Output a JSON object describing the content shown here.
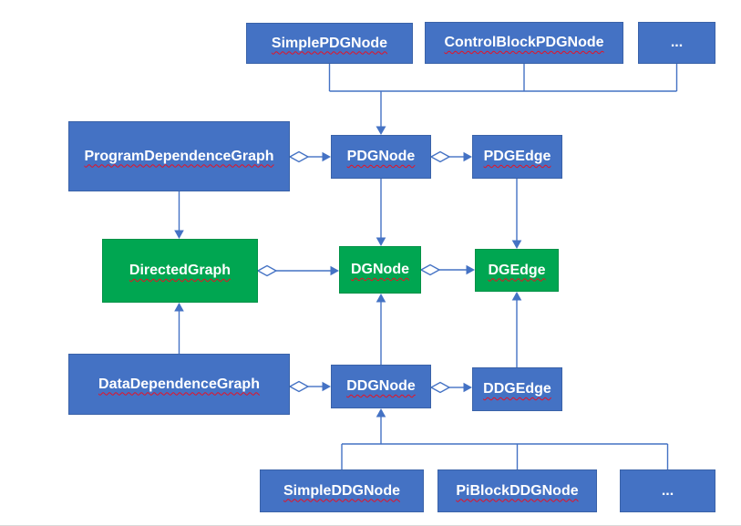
{
  "diagram": {
    "title": "PDG and DDG class hierarchy diagram",
    "colors": {
      "box_blue": "#4472C4",
      "box_blue_border": "#3A62A8",
      "box_green": "#00A651",
      "box_green_border": "#009146",
      "connector": "#4472C4",
      "label_text": "#FFFFFF",
      "spellcheck_underline": "#E81123"
    },
    "nodes": {
      "simple_pdg_node": {
        "label": "SimplePDGNode",
        "color": "blue"
      },
      "control_block_pdg_node": {
        "label": "ControlBlockPDGNode",
        "color": "blue"
      },
      "pdg_ellipsis": {
        "label": "...",
        "color": "blue"
      },
      "program_dependence_graph": {
        "label": "ProgramDependenceGraph",
        "color": "blue"
      },
      "pdg_node": {
        "label": "PDGNode",
        "color": "blue"
      },
      "pdg_edge": {
        "label": "PDGEdge",
        "color": "blue"
      },
      "directed_graph": {
        "label": "DirectedGraph",
        "color": "green"
      },
      "dg_node": {
        "label": "DGNode",
        "color": "green"
      },
      "dg_edge": {
        "label": "DGEdge",
        "color": "green"
      },
      "data_dependence_graph": {
        "label": "DataDependenceGraph",
        "color": "blue"
      },
      "ddg_node": {
        "label": "DDGNode",
        "color": "blue"
      },
      "ddg_edge": {
        "label": "DDGEdge",
        "color": "blue"
      },
      "simple_ddg_node": {
        "label": "SimpleDDGNode",
        "color": "blue"
      },
      "pi_block_ddg_node": {
        "label": "PiBlockDDGNode",
        "color": "blue"
      },
      "ddg_ellipsis": {
        "label": "...",
        "color": "blue"
      }
    },
    "edges": [
      {
        "kind": "generalization",
        "from": [
          "SimplePDGNode",
          "ControlBlockPDGNode",
          "..."
        ],
        "to": "PDGNode"
      },
      {
        "kind": "aggregation",
        "from": "ProgramDependenceGraph",
        "to": "PDGNode"
      },
      {
        "kind": "aggregation",
        "from": "PDGNode",
        "to": "PDGEdge"
      },
      {
        "kind": "generalization",
        "from": "ProgramDependenceGraph",
        "to": "DirectedGraph"
      },
      {
        "kind": "generalization",
        "from": "PDGNode",
        "to": "DGNode"
      },
      {
        "kind": "generalization",
        "from": "PDGEdge",
        "to": "DGEdge"
      },
      {
        "kind": "aggregation",
        "from": "DirectedGraph",
        "to": "DGNode"
      },
      {
        "kind": "aggregation",
        "from": "DGNode",
        "to": "DGEdge"
      },
      {
        "kind": "aggregation",
        "from": "DataDependenceGraph",
        "to": "DDGNode"
      },
      {
        "kind": "aggregation",
        "from": "DDGNode",
        "to": "DDGEdge"
      },
      {
        "kind": "generalization",
        "from": "DataDependenceGraph",
        "to": "DirectedGraph"
      },
      {
        "kind": "generalization",
        "from": "DDGNode",
        "to": "DGNode"
      },
      {
        "kind": "generalization",
        "from": "DDGEdge",
        "to": "DGEdge"
      },
      {
        "kind": "generalization",
        "from": [
          "SimpleDDGNode",
          "PiBlockDDGNode",
          "..."
        ],
        "to": "DDGNode"
      }
    ]
  }
}
